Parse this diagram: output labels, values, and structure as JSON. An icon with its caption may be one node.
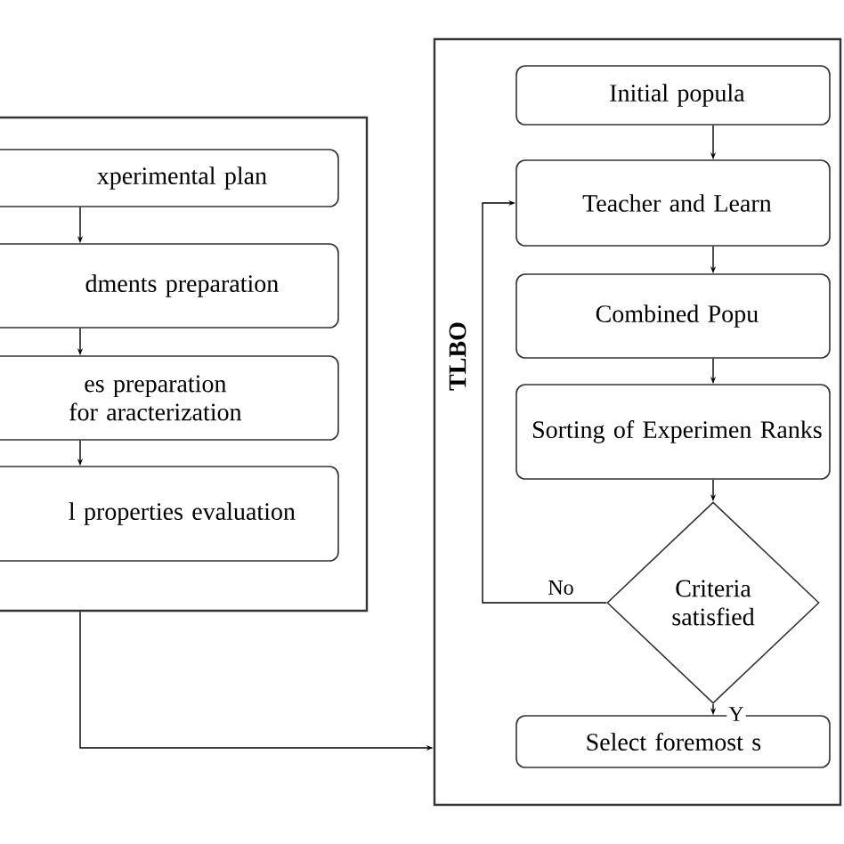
{
  "diagram": {
    "nodes": [
      {
        "text": [],
        "shape": "box"
      },
      {
        "text": [
          "xperimental plan"
        ],
        "in": 0
      },
      {
        "text": [
          "dments preparation"
        ],
        "in": 0
      },
      {
        "text": [
          "es preparation for aracterization"
        ],
        "in": 0
      },
      {
        "text": [
          "l properties evaluation"
        ],
        "in": 0
      },
      {
        "text": [
          "TLBO"
        ]
      },
      {
        "text": [
          "Initial popula"
        ],
        "in": 5
      },
      {
        "text": [
          "Teacher and Learn"
        ],
        "in": 5
      },
      {
        "text": [
          "Combined Popu"
        ],
        "in": 5
      },
      {
        "text": [
          "Sorting of Experimen Ranks"
        ],
        "in": 5
      },
      {
        "text": [
          "Criteria satisfied"
        ],
        "in": 5
      },
      {
        "text": [
          "Select foremost s"
        ],
        "in": 5
      }
    ],
    "edges": [
      {
        "from": 1,
        "to": 2,
        "arrow": "to"
      },
      {
        "from": 2,
        "to": 3,
        "arrow": "to"
      },
      {
        "from": 3,
        "to": 4,
        "arrow": "to"
      },
      {
        "from": 0,
        "to": 5,
        "arrow": "to"
      },
      {
        "from": 6,
        "to": 7,
        "arrow": "to"
      },
      {
        "from": 7,
        "to": 8,
        "arrow": "to"
      },
      {
        "from": 8,
        "to": 9,
        "arrow": "to"
      },
      {
        "from": 9,
        "to": 10,
        "arrow": "to"
      },
      {
        "from": 10,
        "to": 7,
        "arrow": "to",
        "label": "No"
      },
      {
        "from": 10,
        "to": 11,
        "arrow": "to",
        "label": "Y"
      }
    ]
  }
}
